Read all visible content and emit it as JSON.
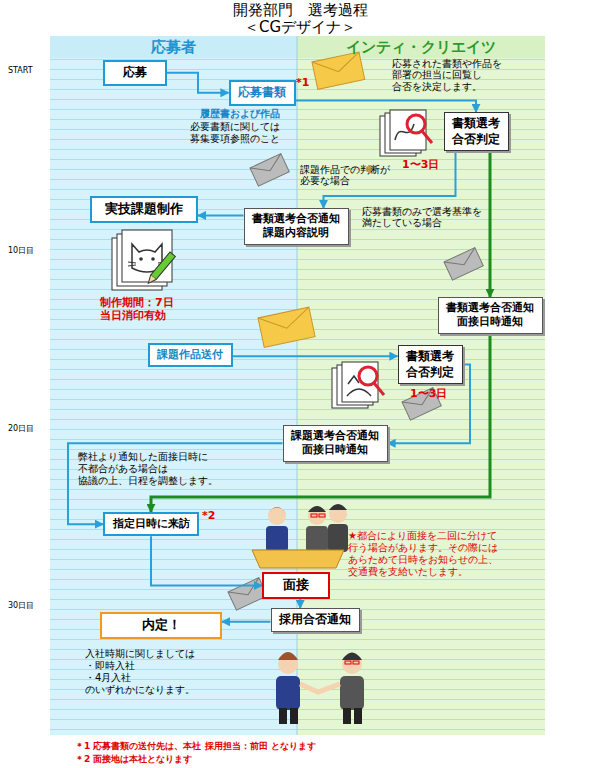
{
  "diagram": {
    "title": "開発部門　選考過程",
    "nodes": [
      {
        "text": [
          "応募者"
        ]
      },
      {
        "text": [
          "インティ・クリエイツ"
        ]
      },
      {
        "text": [
          "応募"
        ],
        "in": 0
      },
      {
        "text": [
          "応募書類"
        ],
        "in": 0
      },
      {
        "text": [
          "書類選考 合否判定"
        ],
        "in": 1
      },
      {
        "text": [
          "実技課題制作"
        ],
        "in": 0
      },
      {
        "text": [
          "書類選考合否通知 課題内容説明"
        ]
      },
      {
        "text": [
          "書類選考合否通知 面接日時通知"
        ],
        "in": 1
      },
      {
        "text": [
          "課題作品送付"
        ],
        "in": 0
      },
      {
        "text": [
          "書類選考 合否判定"
        ],
        "in": 1
      },
      {
        "text": [
          "課題選考合否通知 面接日時通知"
        ]
      },
      {
        "text": [
          "指定日時に来訪"
        ],
        "in": 0
      },
      {
        "text": [
          "面接"
        ]
      },
      {
        "text": [
          "採用合否通知"
        ]
      },
      {
        "text": [
          "内定！"
        ],
        "in": 0
      }
    ],
    "edges": [
      {
        "from": 2,
        "to": 3,
        "arrow": "to"
      },
      {
        "from": 3,
        "to": 4,
        "arrow": "to"
      },
      {
        "from": 4,
        "to": 6,
        "label": "課題作品での判断が 必要な場合",
        "arrow": "to"
      },
      {
        "from": 6,
        "to": 5,
        "arrow": "to"
      },
      {
        "from": 4,
        "to": 7,
        "label": "応募書類のみで選考基準を 満たしている場合",
        "arrow": "to"
      },
      {
        "from": 7,
        "to": 11,
        "arrow": "to"
      },
      {
        "from": 8,
        "to": 9,
        "arrow": "to"
      },
      {
        "from": 9,
        "to": 10,
        "arrow": "to"
      },
      {
        "from": 10,
        "to": 11,
        "arrow": "to"
      },
      {
        "from": 11,
        "to": 12,
        "arrow": "to"
      },
      {
        "from": 12,
        "to": 13,
        "arrow": "to"
      },
      {
        "from": 13,
        "to": 14,
        "arrow": "to"
      }
    ],
    "labels": [
      "＜CGデザイナ＞",
      "START",
      "10日目",
      "20日目",
      "30日目",
      "*1",
      "履歴書および作品",
      "必要書類に関しては 募集要項参照のこと",
      "応募された書類や作品を 部署の担当に回覧し 合否を決定します。",
      "1〜3日",
      "制作期間：7日 当日消印有効",
      "1〜3日",
      "弊社より通知した面接日時に 不都合がある場合は 協議の上、日程を調整します。",
      "*2",
      "★都合により面接を二回に分けて 行う場合があります。その際には あらためて日時をお知らせの上、 交通費を支給いたします。",
      "入社時期に関しましては ・即時入社 ・4月入社 のいずれかになります。",
      "＊1 応募書類の送付先は、本社 採用担当：前田 となります",
      "＊2 面接地は本社となります"
    ]
  }
}
